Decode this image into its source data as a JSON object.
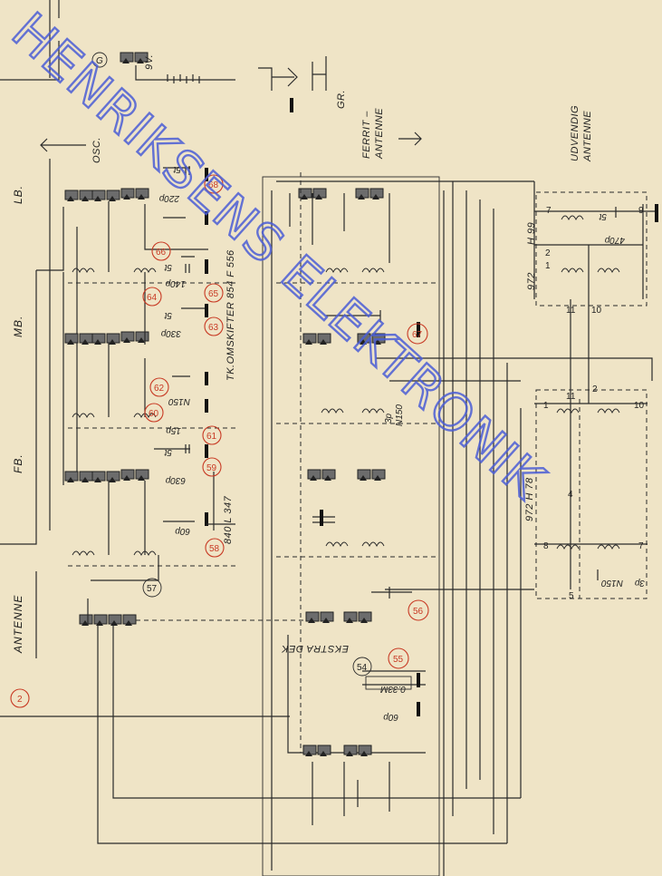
{
  "labels": {
    "osc": "OSC.",
    "battery": "9V.",
    "gr": "GR.",
    "g_symbol": "G",
    "lb": "LB.",
    "mb": "MB.",
    "fb": "FB.",
    "antenne": "ANTENNE",
    "ferrit_antenne_line1": "FERRIT –",
    "ferrit_antenne_line2": "ANTENNE",
    "udvendig_line1": "UDVENDIG",
    "udvendig_line2": "ANTENNE",
    "tk_omskifter": "TK.OMSKIFTER 854 F 556",
    "ref_840": "840 L 347",
    "ekstra_dek": "EKSTRA DEK",
    "h99": "H 99",
    "n972_a": "972",
    "h78": "972 H 78"
  },
  "components": {
    "c220p": "220p",
    "c5t_a": "5t",
    "c140p": "140p",
    "c5t_b": "5t",
    "c330p": "330p",
    "c5t_c": "5t",
    "n150_a": "N150",
    "c15p": "15p",
    "c5t_d": "5t",
    "c630p": "630p",
    "c60p_a": "60p",
    "c3p_n150_a": "3p",
    "n150_b": "N150",
    "c470p": "470p",
    "c5t_e": "5t",
    "c3p_b": "3p",
    "n150_c": "N150",
    "r033m": "0.33M",
    "c60p_b": "60p"
  },
  "refs": {
    "r2": "2",
    "r54": "54",
    "r55": "55",
    "r56": "56",
    "r57": "57",
    "r58": "58",
    "r59": "59",
    "r60": "60",
    "r61": "61",
    "r62": "62",
    "r63": "63",
    "r64": "64",
    "r65": "65",
    "r66": "66",
    "r67": "67",
    "r68": "68"
  },
  "pins": {
    "p1": "1",
    "p2": "2",
    "p4": "4",
    "p5": "5",
    "p7": "7",
    "p8": "8",
    "p9": "9",
    "p10": "10",
    "p11": "11",
    "p1b": "1",
    "p2b": "2",
    "p7b": "7",
    "p10b": "10",
    "p11b": "11"
  },
  "watermark": "HENRIKSENS ELEKTRONIK",
  "colors": {
    "paper": "#efe4c6",
    "ink": "#2a2a2a",
    "ref_red": "#c83a24",
    "watermark_blue": "#4b5ed6"
  }
}
